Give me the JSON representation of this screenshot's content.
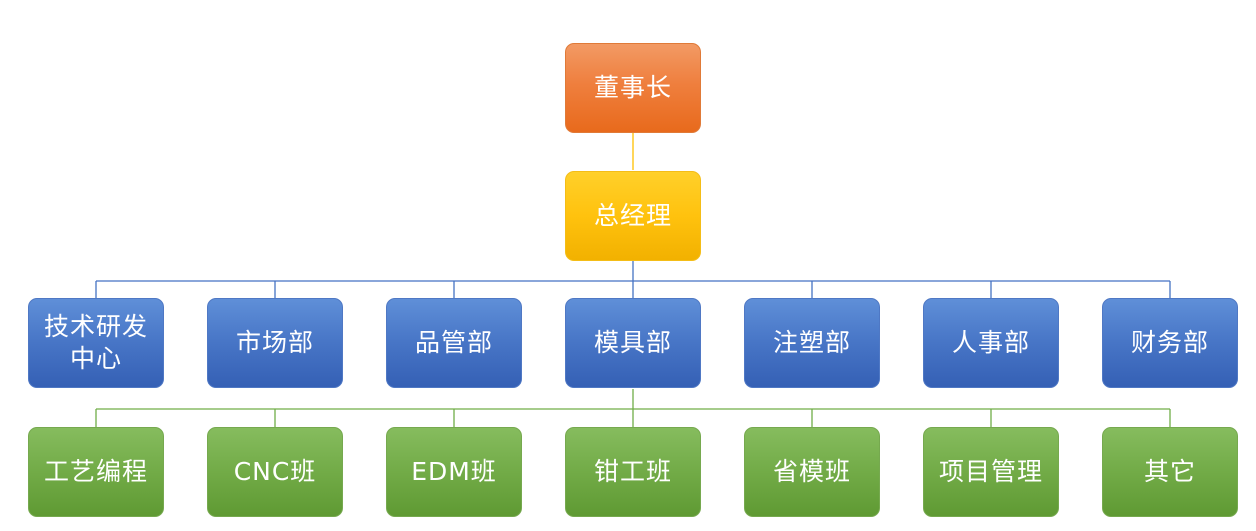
{
  "org_chart": {
    "chairman": "董事长",
    "general_manager": "总经理",
    "departments": [
      "技术研发中心",
      "市场部",
      "品管部",
      "模具部",
      "注塑部",
      "人事部",
      "财务部"
    ],
    "teams": [
      "工艺编程",
      "CNC班",
      "EDM班",
      "钳工班",
      "省模班",
      "项目管理",
      "其它"
    ],
    "teams_parent": "模具部"
  },
  "colors": {
    "chairman": "#ee7d38",
    "general_manager": "#ffc20e",
    "departments": "#4472c4",
    "teams": "#70ad47",
    "connector_top": "#ffc000",
    "connector_departments": "#4472c4",
    "connector_teams": "#70ad47"
  }
}
